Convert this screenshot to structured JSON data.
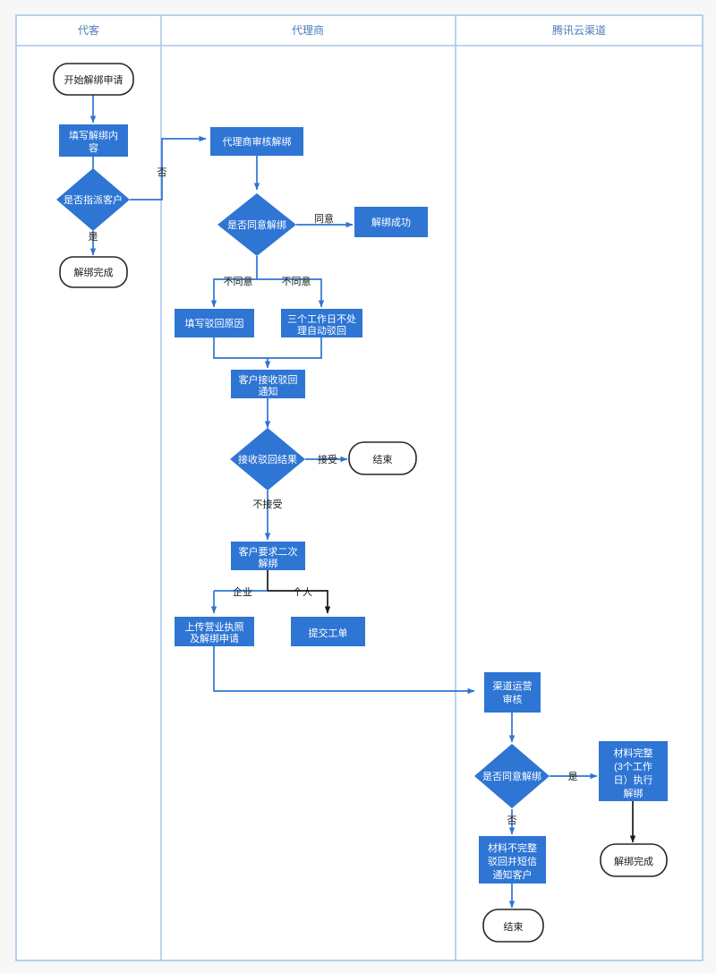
{
  "diagram": {
    "type": "flowchart-swimlane",
    "colors": {
      "lane_border": "#a9c6ea",
      "lane_header_text": "#4a7ebb",
      "process_fill": "#2e75d4",
      "process_text": "#ffffff",
      "terminator_stroke": "#262626",
      "terminator_text": "#1a1a1a",
      "edge_blue": "#2e75d4",
      "edge_black": "#1a1a1a",
      "edge_label_text": "#1a1a1a",
      "background": "#f7f7f7",
      "canvas": "#ffffff"
    },
    "lanes": [
      {
        "id": "lane-customer",
        "label": "代客"
      },
      {
        "id": "lane-agent",
        "label": "代理商"
      },
      {
        "id": "lane-channel",
        "label": "腾讯云渠道"
      }
    ],
    "nodes": [
      {
        "id": "n1",
        "lane": "lane-customer",
        "shape": "terminator",
        "label": "开始解绑申请"
      },
      {
        "id": "n2",
        "lane": "lane-customer",
        "shape": "process",
        "label": "填写解绑内容",
        "lines": [
          "填写解绑内",
          "容"
        ]
      },
      {
        "id": "n3",
        "lane": "lane-customer",
        "shape": "decision",
        "label": "是否指派客户"
      },
      {
        "id": "n4",
        "lane": "lane-customer",
        "shape": "terminator",
        "label": "解绑完成"
      },
      {
        "id": "n5",
        "lane": "lane-agent",
        "shape": "process",
        "label": "代理商审核解绑",
        "lines": [
          "代理商审核解绑"
        ]
      },
      {
        "id": "n6",
        "lane": "lane-agent",
        "shape": "decision",
        "label": "是否同意解绑"
      },
      {
        "id": "n7",
        "lane": "lane-agent",
        "shape": "process",
        "label": "解绑成功",
        "lines": [
          "解绑成功"
        ]
      },
      {
        "id": "n8",
        "lane": "lane-agent",
        "shape": "process",
        "label": "填写驳回原因",
        "lines": [
          "填写驳回原因"
        ]
      },
      {
        "id": "n9",
        "lane": "lane-agent",
        "shape": "process",
        "label": "三个工作日不处理自动驳回",
        "lines": [
          "三个工作日不处",
          "理自动驳回"
        ]
      },
      {
        "id": "n10",
        "lane": "lane-agent",
        "shape": "process",
        "label": "客户接收驳回通知",
        "lines": [
          "客户接收驳回",
          "通知"
        ]
      },
      {
        "id": "n11",
        "lane": "lane-agent",
        "shape": "decision",
        "label": "接收驳回结果"
      },
      {
        "id": "n12",
        "lane": "lane-agent",
        "shape": "terminator",
        "label": "结束"
      },
      {
        "id": "n13",
        "lane": "lane-agent",
        "shape": "process",
        "label": "客户要求二次解绑",
        "lines": [
          "客户要求二次",
          "解绑"
        ]
      },
      {
        "id": "n14",
        "lane": "lane-agent",
        "shape": "process",
        "label": "上传营业执照及解绑申请",
        "lines": [
          "上传营业执照",
          "及解绑申请"
        ]
      },
      {
        "id": "n15",
        "lane": "lane-agent",
        "shape": "process",
        "label": "提交工单",
        "lines": [
          "提交工单"
        ]
      },
      {
        "id": "n16",
        "lane": "lane-channel",
        "shape": "process",
        "label": "渠道运营审核",
        "lines": [
          "渠道运营",
          "审核"
        ]
      },
      {
        "id": "n17",
        "lane": "lane-channel",
        "shape": "decision",
        "label": "是否同意解绑"
      },
      {
        "id": "n18",
        "lane": "lane-channel",
        "shape": "process",
        "label": "材料完整（3个工作日）执行解绑",
        "lines": [
          "材料完整",
          "(3个工作",
          "日）执行",
          "解绑"
        ]
      },
      {
        "id": "n19",
        "lane": "lane-channel",
        "shape": "process",
        "label": "材料不完整驳回并短信通知客户",
        "lines": [
          "材料不完整",
          "驳回并短信",
          "通知客户"
        ]
      },
      {
        "id": "n20",
        "lane": "lane-channel",
        "shape": "terminator",
        "label": "解绑完成"
      },
      {
        "id": "n21",
        "lane": "lane-channel",
        "shape": "terminator",
        "label": "结束"
      }
    ],
    "edges": [
      {
        "from": "n1",
        "to": "n2",
        "label": ""
      },
      {
        "from": "n2",
        "to": "n3",
        "label": ""
      },
      {
        "from": "n3",
        "to": "n4",
        "label": "是"
      },
      {
        "from": "n3",
        "to": "n5",
        "label": "否"
      },
      {
        "from": "n5",
        "to": "n6",
        "label": ""
      },
      {
        "from": "n6",
        "to": "n7",
        "label": "同意"
      },
      {
        "from": "n6",
        "to": "n8",
        "label": "不同意"
      },
      {
        "from": "n6",
        "to": "n9",
        "label": "不同意"
      },
      {
        "from": "n8",
        "to": "n10",
        "label": ""
      },
      {
        "from": "n9",
        "to": "n10",
        "label": ""
      },
      {
        "from": "n10",
        "to": "n11",
        "label": ""
      },
      {
        "from": "n11",
        "to": "n12",
        "label": "接受"
      },
      {
        "from": "n11",
        "to": "n13",
        "label": "不接受"
      },
      {
        "from": "n13",
        "to": "n14",
        "label": "企业"
      },
      {
        "from": "n13",
        "to": "n15",
        "label": "个人"
      },
      {
        "from": "n14",
        "to": "n16",
        "label": ""
      },
      {
        "from": "n16",
        "to": "n17",
        "label": ""
      },
      {
        "from": "n17",
        "to": "n18",
        "label": "是"
      },
      {
        "from": "n17",
        "to": "n19",
        "label": "否"
      },
      {
        "from": "n18",
        "to": "n20",
        "label": ""
      },
      {
        "from": "n19",
        "to": "n21",
        "label": ""
      }
    ],
    "edge_labels": {
      "fou": "否",
      "shi": "是",
      "tongyi": "同意",
      "butongyi_left": "不同意",
      "butongyi_right": "不同意",
      "jieshou": "接受",
      "bujieshou": "不接受",
      "qiye": "企业",
      "geren": "个人",
      "shi2": "是",
      "fou2": "否"
    }
  }
}
